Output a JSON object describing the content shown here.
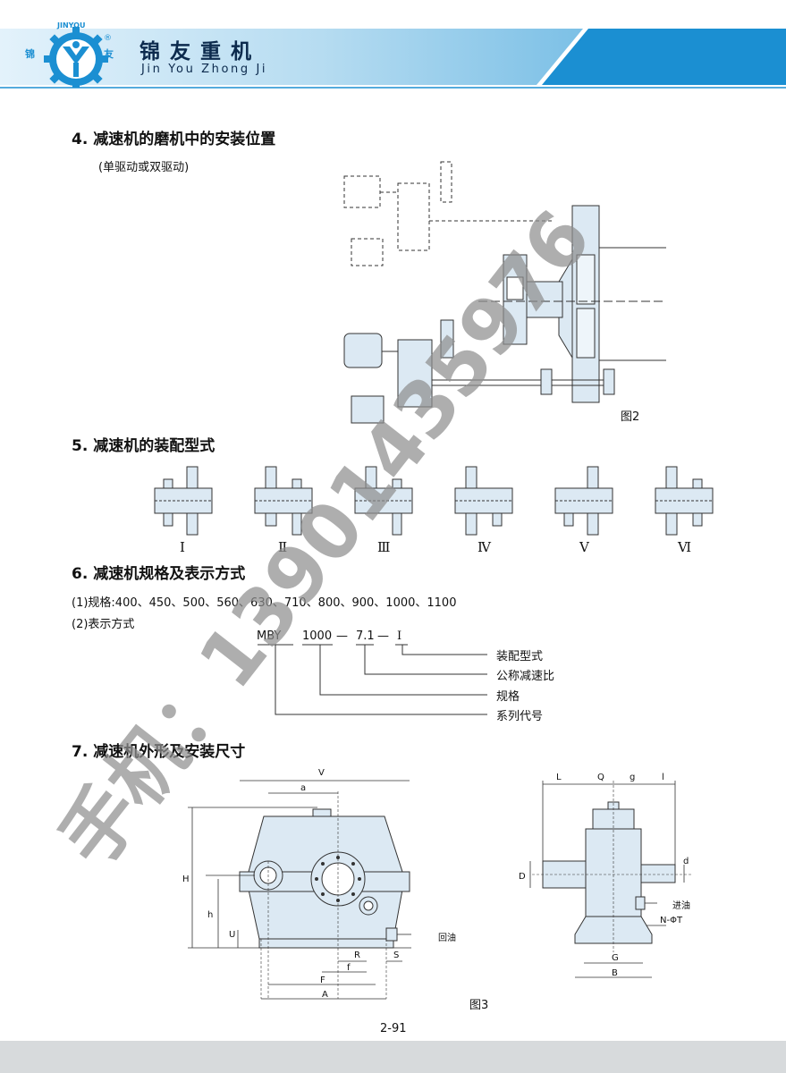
{
  "header": {
    "logo_text_top": "JINYOU",
    "logo_text_left": "锦",
    "logo_text_right": "友",
    "logo_reg": "®",
    "brand_cn": "锦友重机",
    "brand_en": "Jin You Zhong Ji"
  },
  "section4": {
    "title": "4. 减速机的磨机中的安装位置",
    "subtitle": "(单驱动或双驱动)",
    "figure_label": "图2"
  },
  "section5": {
    "title": "5. 减速机的装配型式",
    "forms": [
      "Ⅰ",
      "Ⅱ",
      "Ⅲ",
      "Ⅳ",
      "Ⅴ",
      "Ⅵ"
    ]
  },
  "section6": {
    "title": "6. 减速机规格及表示方式",
    "spec_line": "(1)规格:400、450、500、560、630、710、800、900、1000、1100",
    "notation_line": "(2)表示方式",
    "code_parts": [
      "MBY",
      "1000",
      "—",
      "7.1",
      "—",
      "Ⅰ"
    ],
    "legend": [
      "装配型式",
      "公称减速比",
      "规格",
      "系列代号"
    ]
  },
  "section7": {
    "title": "7. 减速机外形及安装尺寸",
    "front_labels": {
      "V": "V",
      "a": "a",
      "H": "H",
      "h": "h",
      "U": "U",
      "R": "R",
      "S": "S",
      "f": "f",
      "F": "F",
      "A": "A",
      "oil": "回油"
    },
    "side_labels": {
      "L": "L",
      "Q": "Q",
      "g": "g",
      "l": "l",
      "D": "D",
      "d": "d",
      "inlet": "进油",
      "nphi": "N-ΦT",
      "G": "G",
      "B": "B"
    },
    "figure_label": "图3"
  },
  "footer": {
    "page_number": "2-91"
  },
  "watermark": {
    "text": "手机：13901435976"
  },
  "colors": {
    "accent": "#1b8fd2",
    "part_fill": "#dce9f3",
    "footer": "#d7dadc"
  }
}
